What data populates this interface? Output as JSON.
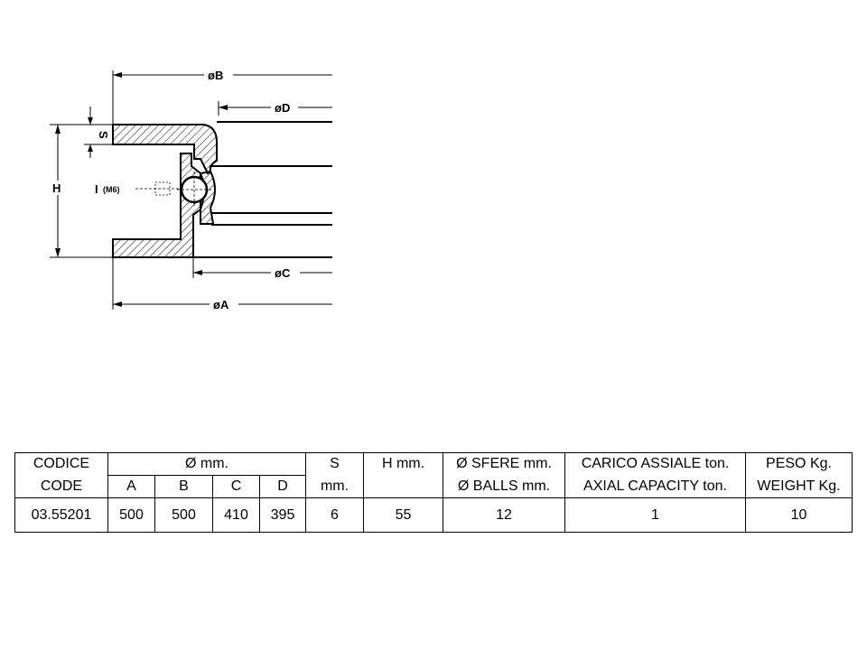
{
  "drawing": {
    "labels": {
      "dia_b": "øB",
      "dia_d": "øD",
      "dia_c": "øC",
      "dia_a": "øA",
      "h": "H",
      "s": "S",
      "i": "I",
      "m6": "(M6)"
    }
  },
  "table": {
    "h_code_it": "CODICE",
    "h_code_en": "CODE",
    "h_diameter": "Ø mm.",
    "h_a": "A",
    "h_b": "B",
    "h_c": "C",
    "h_d": "D",
    "h_s": "S",
    "h_s_unit": "mm.",
    "h_h": "H  mm.",
    "h_balls_it": "Ø SFERE mm.",
    "h_balls_en": "Ø BALLS mm.",
    "h_axial_it": "CARICO ASSIALE ton.",
    "h_axial_en": "AXIAL CAPACITY ton.",
    "h_weight_it": "PESO Kg.",
    "h_weight_en": "WEIGHT Kg.",
    "row": {
      "code": "03.55201",
      "a": "500",
      "b": "500",
      "c": "410",
      "d": "395",
      "s": "6",
      "h": "55",
      "balls": "12",
      "axial": "1",
      "weight": "10"
    }
  }
}
